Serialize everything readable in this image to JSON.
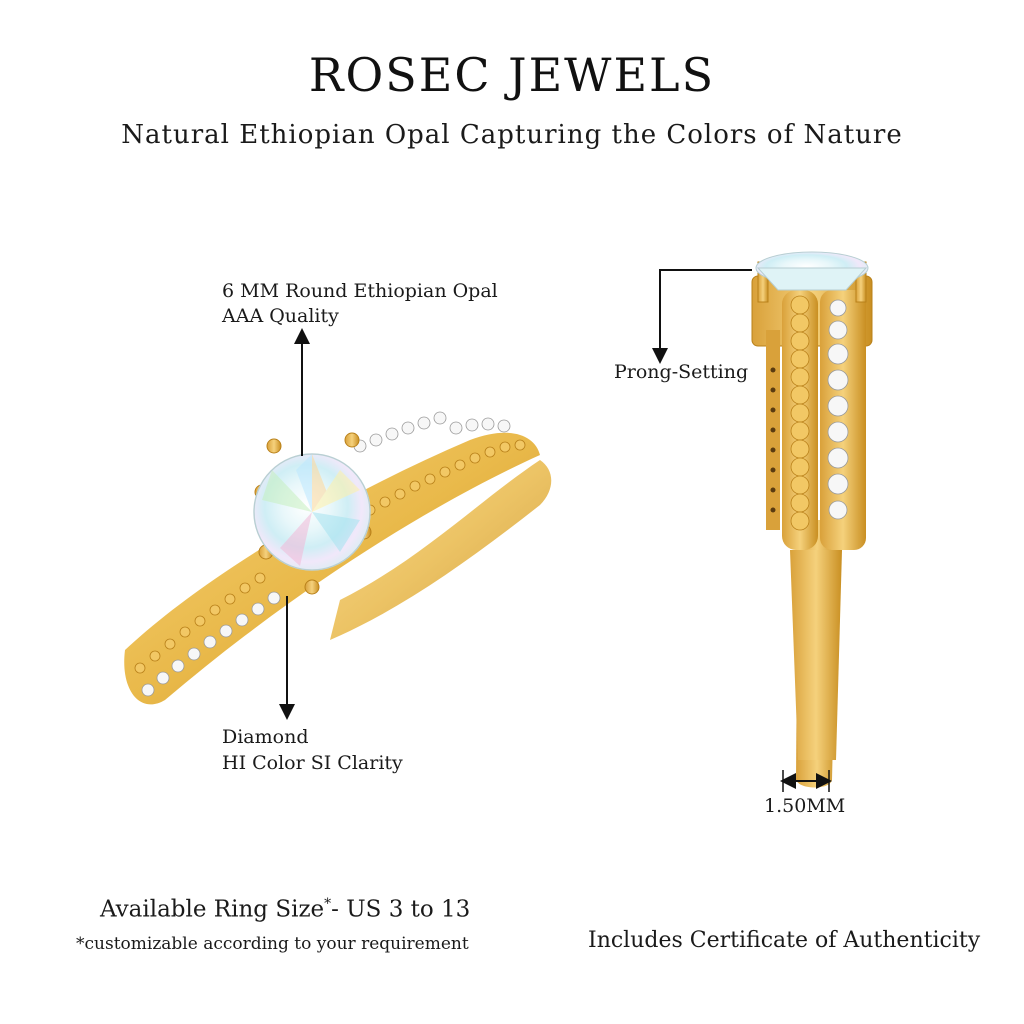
{
  "header": {
    "brand": "ROSEC JEWELS",
    "tagline": "Natural Ethiopian Opal Capturing the Colors of Nature"
  },
  "callouts": {
    "center_stone_line1": "6 MM Round Ethiopian Opal",
    "center_stone_line2": "AAA Quality",
    "side_stone_line1": "Diamond",
    "side_stone_line2": "HI Color SI Clarity",
    "setting": "Prong-Setting",
    "band_width": "1.50MM"
  },
  "footer": {
    "ring_size_main": "Available Ring Size",
    "ring_size_mark": "*",
    "ring_size_range": "- US 3 to 13",
    "ring_size_note": "*customizable according to your requirement",
    "certificate": "Includes Certificate of Authenticity"
  },
  "colors": {
    "gold": "#e9b94a",
    "gold_dark": "#c98f22",
    "opal": "#dff3f6",
    "diamond": "#f7f7f7"
  }
}
